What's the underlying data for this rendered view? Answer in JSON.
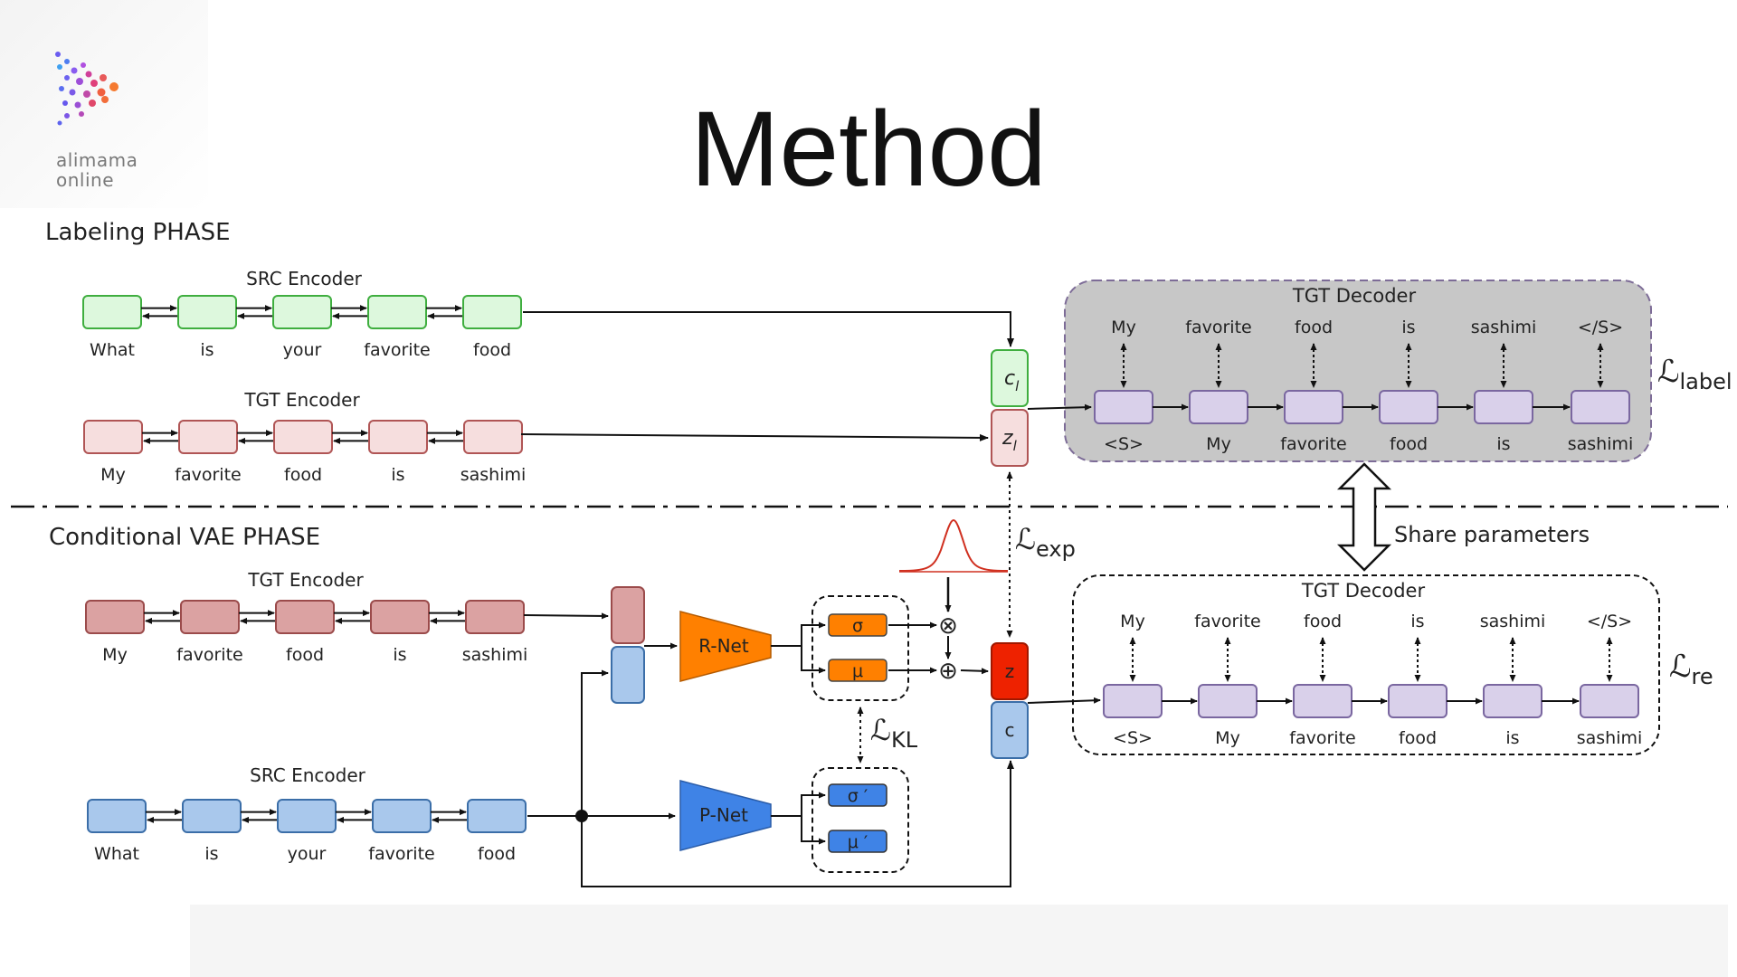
{
  "slide": {
    "title": "Method",
    "logo_text": [
      "alimama",
      "online"
    ]
  },
  "phases": {
    "labeling": "Labeling PHASE",
    "cvae": "Conditional VAE PHASE"
  },
  "share_parameters": "Share parameters",
  "labeling": {
    "src_encoder": {
      "title": "SRC Encoder",
      "tokens": [
        "What",
        "is",
        "your",
        "favorite",
        "food"
      ]
    },
    "tgt_encoder": {
      "title": "TGT Encoder",
      "tokens": [
        "My",
        "favorite",
        "food",
        "is",
        "sashimi"
      ]
    },
    "c_label": "c",
    "c_sub": "l",
    "z_label": "z",
    "z_sub": "l",
    "decoder": {
      "title": "TGT Decoder",
      "outputs": [
        "My",
        "favorite",
        "food",
        "is",
        "sashimi",
        "</S>"
      ],
      "inputs": [
        "<S>",
        "My",
        "favorite",
        "food",
        "is",
        "sashimi"
      ]
    },
    "loss": {
      "symbol": "ℒ",
      "sub": "label"
    }
  },
  "cvae": {
    "tgt_encoder": {
      "title": "TGT Encoder",
      "tokens": [
        "My",
        "favorite",
        "food",
        "is",
        "sashimi"
      ]
    },
    "src_encoder": {
      "title": "SRC Encoder",
      "tokens": [
        "What",
        "is",
        "your",
        "favorite",
        "food"
      ]
    },
    "rnet": "R-Net",
    "pnet": "P-Net",
    "sigma": "σ",
    "mu": "μ",
    "sigma_prime": "σ ′",
    "mu_prime": "μ ′",
    "times_op": "⊗",
    "plus_op": "⊕",
    "z_label": "z",
    "c_label": "c",
    "loss_exp": {
      "symbol": "ℒ",
      "sub": "exp"
    },
    "loss_kl": {
      "symbol": "ℒ",
      "sub": "KL"
    },
    "decoder": {
      "title": "TGT Decoder",
      "outputs": [
        "My",
        "favorite",
        "food",
        "is",
        "sashimi",
        "</S>"
      ],
      "inputs": [
        "<S>",
        "My",
        "favorite",
        "food",
        "is",
        "sashimi"
      ]
    },
    "loss": {
      "symbol": "ℒ",
      "sub": "re"
    }
  },
  "colors": {
    "src_label_fill": "#ddf8dd",
    "src_label_stroke": "#3fae3f",
    "tgt_label_fill": "#f6dede",
    "tgt_label_stroke": "#b05555",
    "tgt_cvae_fill": "#dba2a2",
    "tgt_cvae_stroke": "#9b4b4b",
    "src_cvae_fill": "#a9c8ec",
    "src_cvae_stroke": "#3b6ea8",
    "decoder_fill": "#d9d0ea",
    "decoder_stroke": "#7a67a0",
    "label_panel_fill": "#c7c7c7",
    "label_panel_stroke": "#7d6c97",
    "rnet": "#ff8000",
    "pnet": "#3f83e6",
    "z_red": "#ee2200",
    "gauss": "#d03020"
  }
}
